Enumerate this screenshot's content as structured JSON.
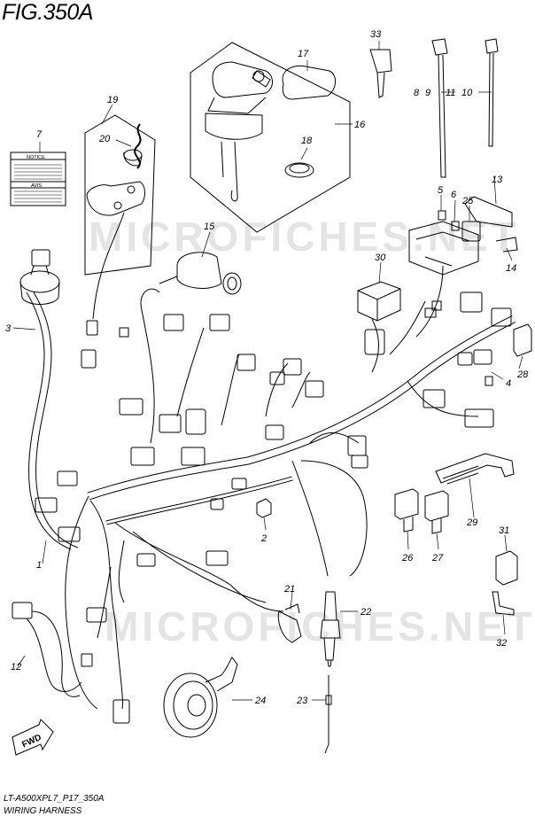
{
  "figure": {
    "title": "FIG.350A",
    "model_code": "LT-A500XPL7_P17_350A",
    "caption": "WIRING HARNESS",
    "fwd_label": "FWD",
    "watermark": "MICROFICHES.NET"
  },
  "notice_label": {
    "top_text": "NOTICE",
    "bottom_text": "AVIS"
  },
  "callouts": [
    {
      "id": "c1",
      "number": "1"
    },
    {
      "id": "c2",
      "number": "2"
    },
    {
      "id": "c3",
      "number": "3"
    },
    {
      "id": "c4",
      "number": "4"
    },
    {
      "id": "c5",
      "number": "5"
    },
    {
      "id": "c6",
      "number": "6"
    },
    {
      "id": "c7",
      "number": "7"
    },
    {
      "id": "c8",
      "number": "8"
    },
    {
      "id": "c9",
      "number": "9"
    },
    {
      "id": "c10",
      "number": "10"
    },
    {
      "id": "c11",
      "number": "11"
    },
    {
      "id": "c12",
      "number": "12"
    },
    {
      "id": "c13",
      "number": "13"
    },
    {
      "id": "c14",
      "number": "14"
    },
    {
      "id": "c15",
      "number": "15"
    },
    {
      "id": "c16",
      "number": "16"
    },
    {
      "id": "c17",
      "number": "17"
    },
    {
      "id": "c18",
      "number": "18"
    },
    {
      "id": "c19",
      "number": "19"
    },
    {
      "id": "c20",
      "number": "20"
    },
    {
      "id": "c21",
      "number": "21"
    },
    {
      "id": "c22",
      "number": "22"
    },
    {
      "id": "c23",
      "number": "23"
    },
    {
      "id": "c24",
      "number": "24"
    },
    {
      "id": "c25",
      "number": "25"
    },
    {
      "id": "c26",
      "number": "26"
    },
    {
      "id": "c27",
      "number": "27"
    },
    {
      "id": "c28",
      "number": "28"
    },
    {
      "id": "c29",
      "number": "29"
    },
    {
      "id": "c30",
      "number": "30"
    },
    {
      "id": "c31",
      "number": "31"
    },
    {
      "id": "c32",
      "number": "32"
    },
    {
      "id": "c33",
      "number": "33"
    }
  ]
}
